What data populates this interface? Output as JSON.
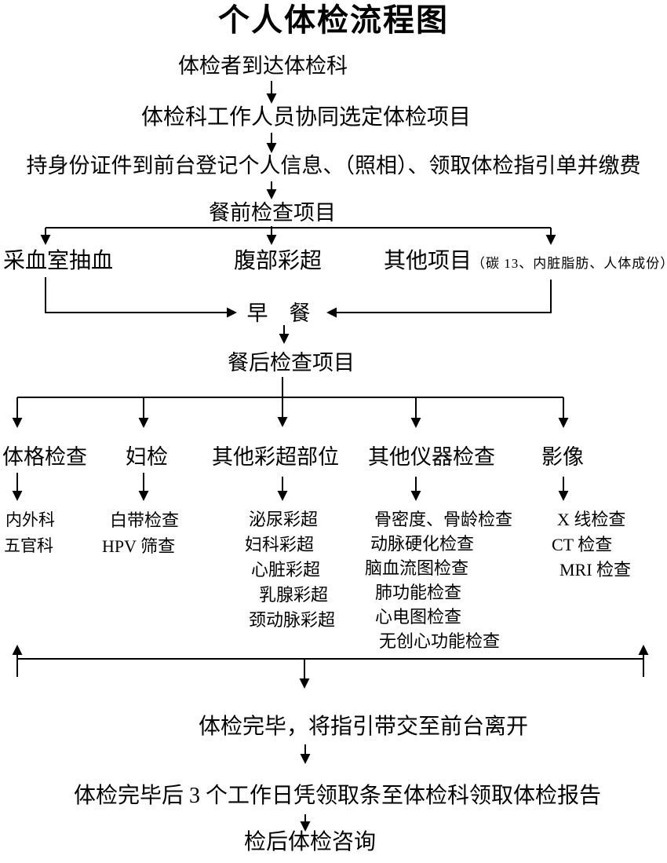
{
  "colors": {
    "ink": "#000000",
    "background": "#ffffff"
  },
  "title": "个人体检流程图",
  "flow": {
    "arrive": "体检者到达体检科",
    "select": "体检科工作人员协同选定体检项目",
    "register": "持身份证件到前台登记个人信息、（照相）、领取体检指引单并缴费",
    "pre_meal_header": "餐前检查项目",
    "pre_meal_blood": "采血室抽血",
    "pre_meal_abdominal": "腹部彩超",
    "pre_meal_other": "其他项目",
    "pre_meal_other_note": "（碳 13、内脏脂肪、人体成份）",
    "breakfast": "早　餐",
    "post_meal_header": "餐后检查项目"
  },
  "columns": [
    {
      "header": "体格检查",
      "items": [
        "内外科",
        "五官科"
      ]
    },
    {
      "header": "妇检",
      "items": [
        "白带检查",
        "HPV 筛查"
      ]
    },
    {
      "header": "其他彩超部位",
      "items": [
        "泌尿彩超",
        "妇科彩超",
        "心脏彩超",
        "乳腺彩超",
        "颈动脉彩超"
      ]
    },
    {
      "header": "其他仪器检查",
      "items": [
        "骨密度、骨龄检查",
        "动脉硬化检查",
        "脑血流图检查",
        "肺功能检查",
        "心电图检查",
        "无创心功能检查"
      ]
    },
    {
      "header": "影像",
      "items": [
        "X 线检查",
        "CT 检查",
        "MRI 检查"
      ]
    }
  ],
  "footer": {
    "finish": "体检完毕，将指引带交至前台离开",
    "report": "体检完毕后 3 个工作日凭领取条至体检科领取体检报告",
    "consult": "检后体检咨询"
  }
}
